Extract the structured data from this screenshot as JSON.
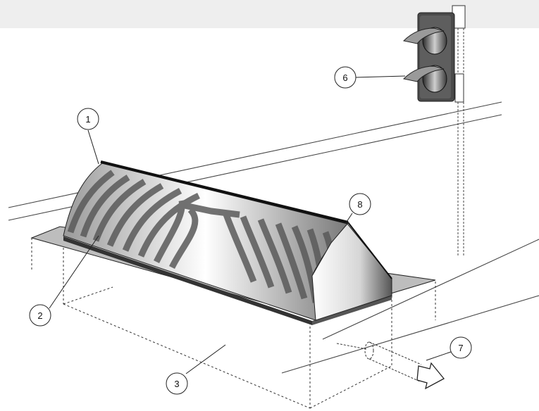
{
  "callouts": [
    {
      "label": "1"
    },
    {
      "label": "2"
    },
    {
      "label": "3"
    },
    {
      "label": "6"
    },
    {
      "label": "7"
    },
    {
      "label": "8"
    }
  ],
  "colors": {
    "background_band": "#eeeeee",
    "line": "#222222",
    "plate": "#bdbdbd",
    "plate_light": "#d9d9d9",
    "barrier_dark": "#6e6e6e",
    "barrier_light": "#ffffff",
    "traffic_light_body": "#4a4a4a"
  },
  "icons": {
    "barrier": "road-blocker-barrier-icon",
    "traffic_light": "traffic-light-icon",
    "drain_pipe": "drain-pipe-icon",
    "flow_arrow": "flow-arrow-icon"
  }
}
